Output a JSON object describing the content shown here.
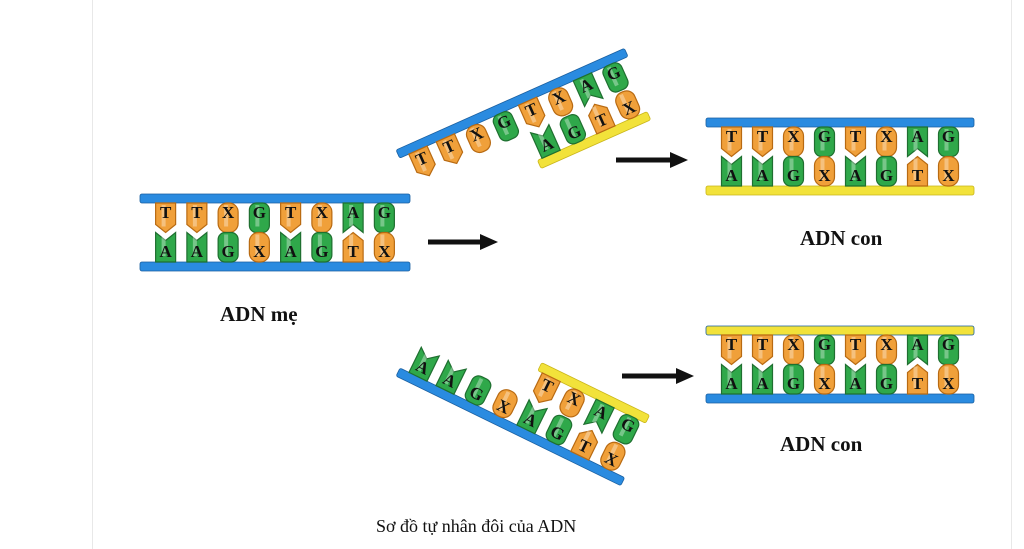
{
  "labels": {
    "mother": "ADN mẹ",
    "daughter_top": "ADN con",
    "daughter_bottom": "ADN con",
    "caption": "Sơ đồ tự nhân đôi của ADN"
  },
  "strands": {
    "mother_top": [
      "T",
      "T",
      "X",
      "G",
      "T",
      "X",
      "A",
      "G"
    ],
    "mother_bottom": [
      "A",
      "A",
      "G",
      "X",
      "A",
      "G",
      "T",
      "X"
    ],
    "daughter_top": [
      "T",
      "T",
      "X",
      "G",
      "T",
      "X",
      "A",
      "G"
    ],
    "daughter_bottom": [
      "A",
      "A",
      "G",
      "X",
      "A",
      "G",
      "T",
      "X"
    ]
  },
  "colors": {
    "old_strand": "#2a8be0",
    "new_strand": "#f2e23a",
    "purine_green": "#2fa84a",
    "pyrimidine_orange": "#f0a03a",
    "arrow": "#111111"
  }
}
